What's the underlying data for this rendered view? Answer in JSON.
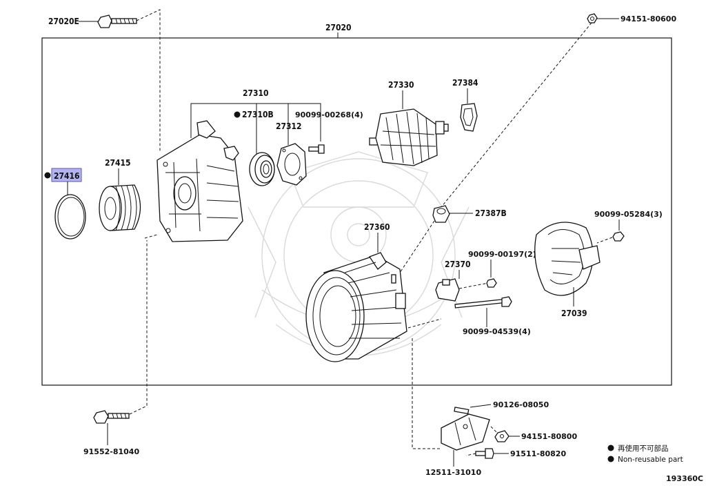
{
  "diagram": {
    "labels": {
      "assembly": "27020",
      "bolt_top": "27020E",
      "nut_top_right": "94151-80600",
      "frame": "27310",
      "bearing": "27310B",
      "retainer": "27312",
      "screw_small": "90099-00268(4)",
      "rotor": "27330",
      "collar": "27384",
      "ring": "27416",
      "pulley": "27415",
      "cap": "27387B",
      "stator_frame": "27360",
      "brush_holder": "27370",
      "screw_brush": "90099-00197(2)",
      "rear_cover": "27039",
      "nut_cover": "90099-05284(3)",
      "through_bolt": "90099-04539(4)",
      "bolt_bottom_left": "91552-81040",
      "stud": "90126-08050",
      "nut_bracket": "94151-80800",
      "bolt_bracket": "91511-80820",
      "bracket": "12511-31010"
    },
    "legend": {
      "line1": "再使用不可部品",
      "line2": "Non-reusable part"
    },
    "figure_code": "193360C",
    "highlight_color": "#b3b3f2"
  }
}
